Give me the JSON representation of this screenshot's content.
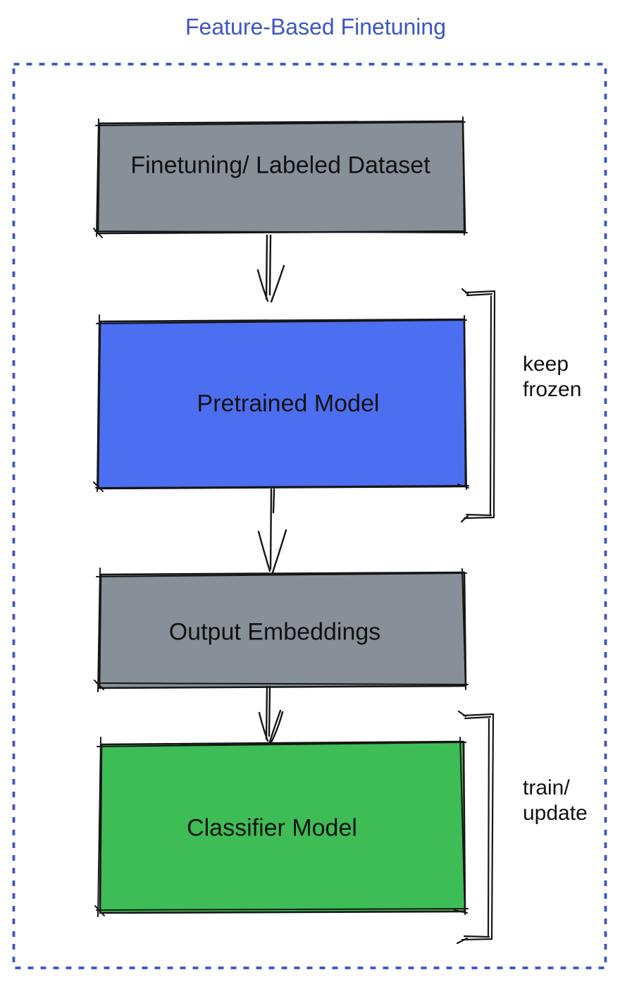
{
  "title": "Feature-Based Finetuning",
  "colors": {
    "title_text": "#3C55C5",
    "dashed_frame": "#3C55C5",
    "dataset_box_fill": "#878F98",
    "pretrained_box_fill": "#4C6EF0",
    "embeddings_box_fill": "#878F98",
    "classifier_box_fill": "#3EBD56",
    "sketch_stroke": "#161616",
    "label_text": "#111111"
  },
  "boxes": [
    {
      "id": "dataset",
      "label": "Finetuning/ Labeled Dataset",
      "fill": "#878F98"
    },
    {
      "id": "pretrained",
      "label": "Pretrained Model",
      "fill": "#4C6EF0"
    },
    {
      "id": "embeddings",
      "label": "Output Embeddings",
      "fill": "#878F98"
    },
    {
      "id": "classifier",
      "label": "Classifier Model",
      "fill": "#3EBD56"
    }
  ],
  "annotations": [
    {
      "id": "keep-frozen",
      "target": "pretrained",
      "lines": [
        "keep",
        "frozen"
      ]
    },
    {
      "id": "train-update",
      "target": "classifier",
      "lines": [
        "train/",
        "update"
      ]
    }
  ]
}
